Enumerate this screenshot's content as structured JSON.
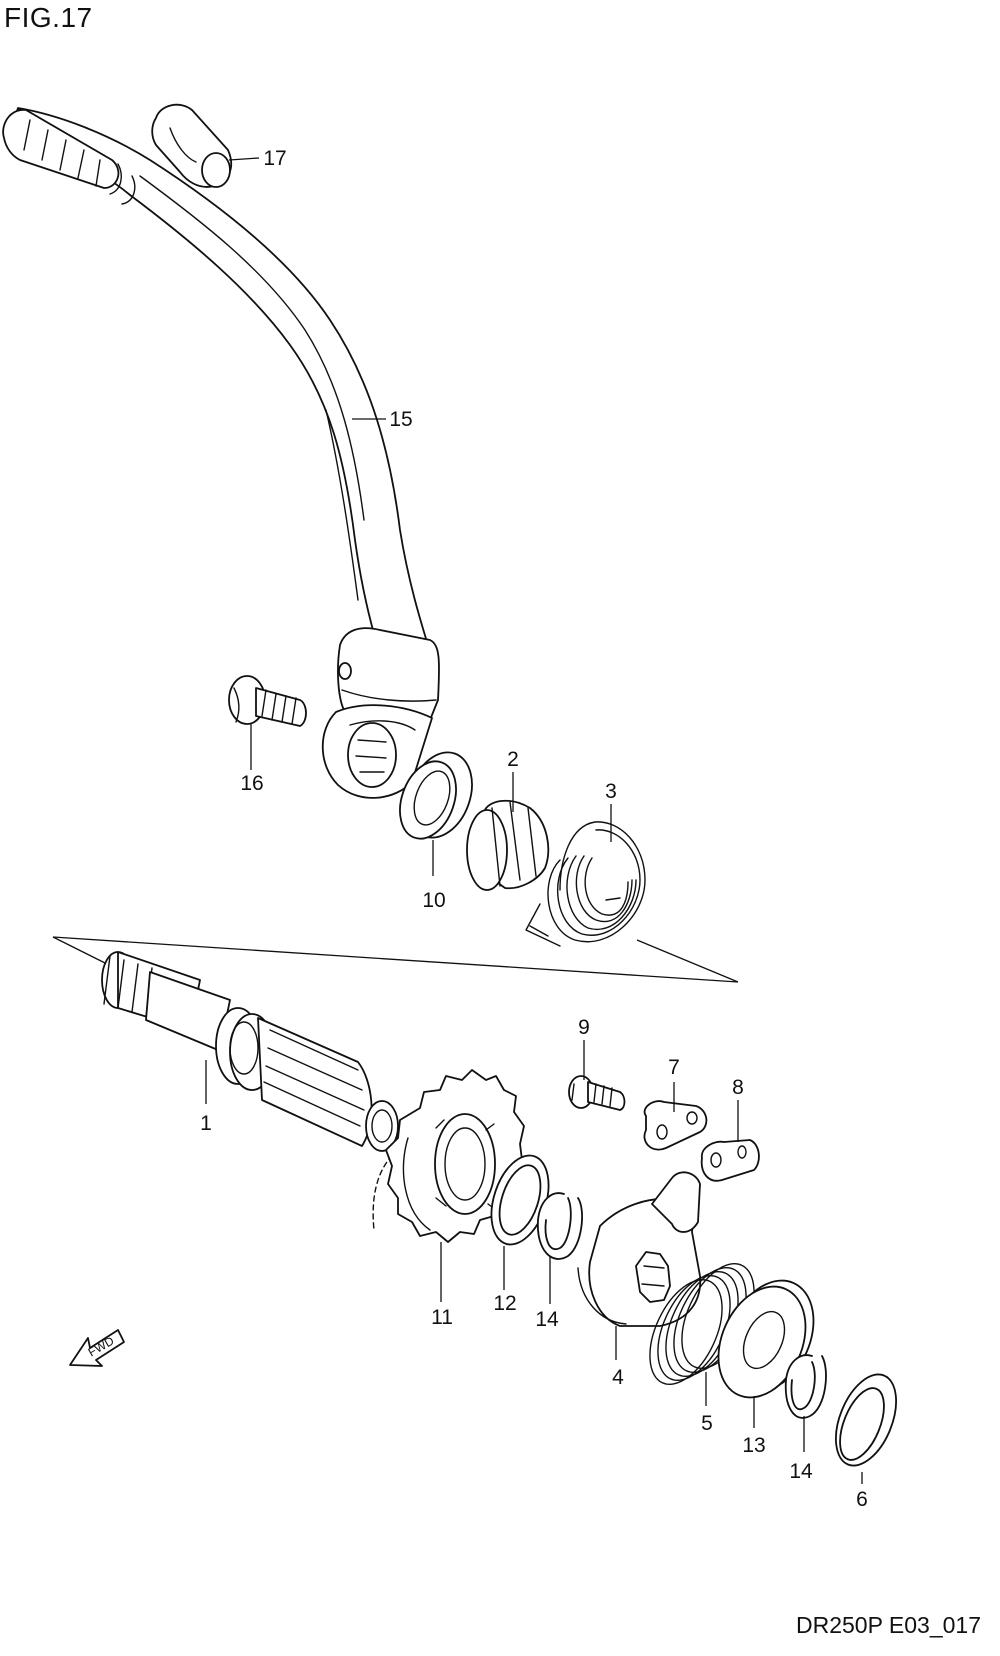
{
  "figure": {
    "title": "FIG.17",
    "code": "DR250P E03_017"
  },
  "parts": {
    "p1": "1",
    "p2": "2",
    "p3": "3",
    "p4": "4",
    "p5": "5",
    "p6": "6",
    "p7": "7",
    "p8": "8",
    "p9": "9",
    "p10": "10",
    "p11": "11",
    "p12": "12",
    "p13": "13",
    "p14a": "14",
    "p14b": "14",
    "p15": "15",
    "p16": "16",
    "p17": "17"
  },
  "fwd_label": "FWD"
}
